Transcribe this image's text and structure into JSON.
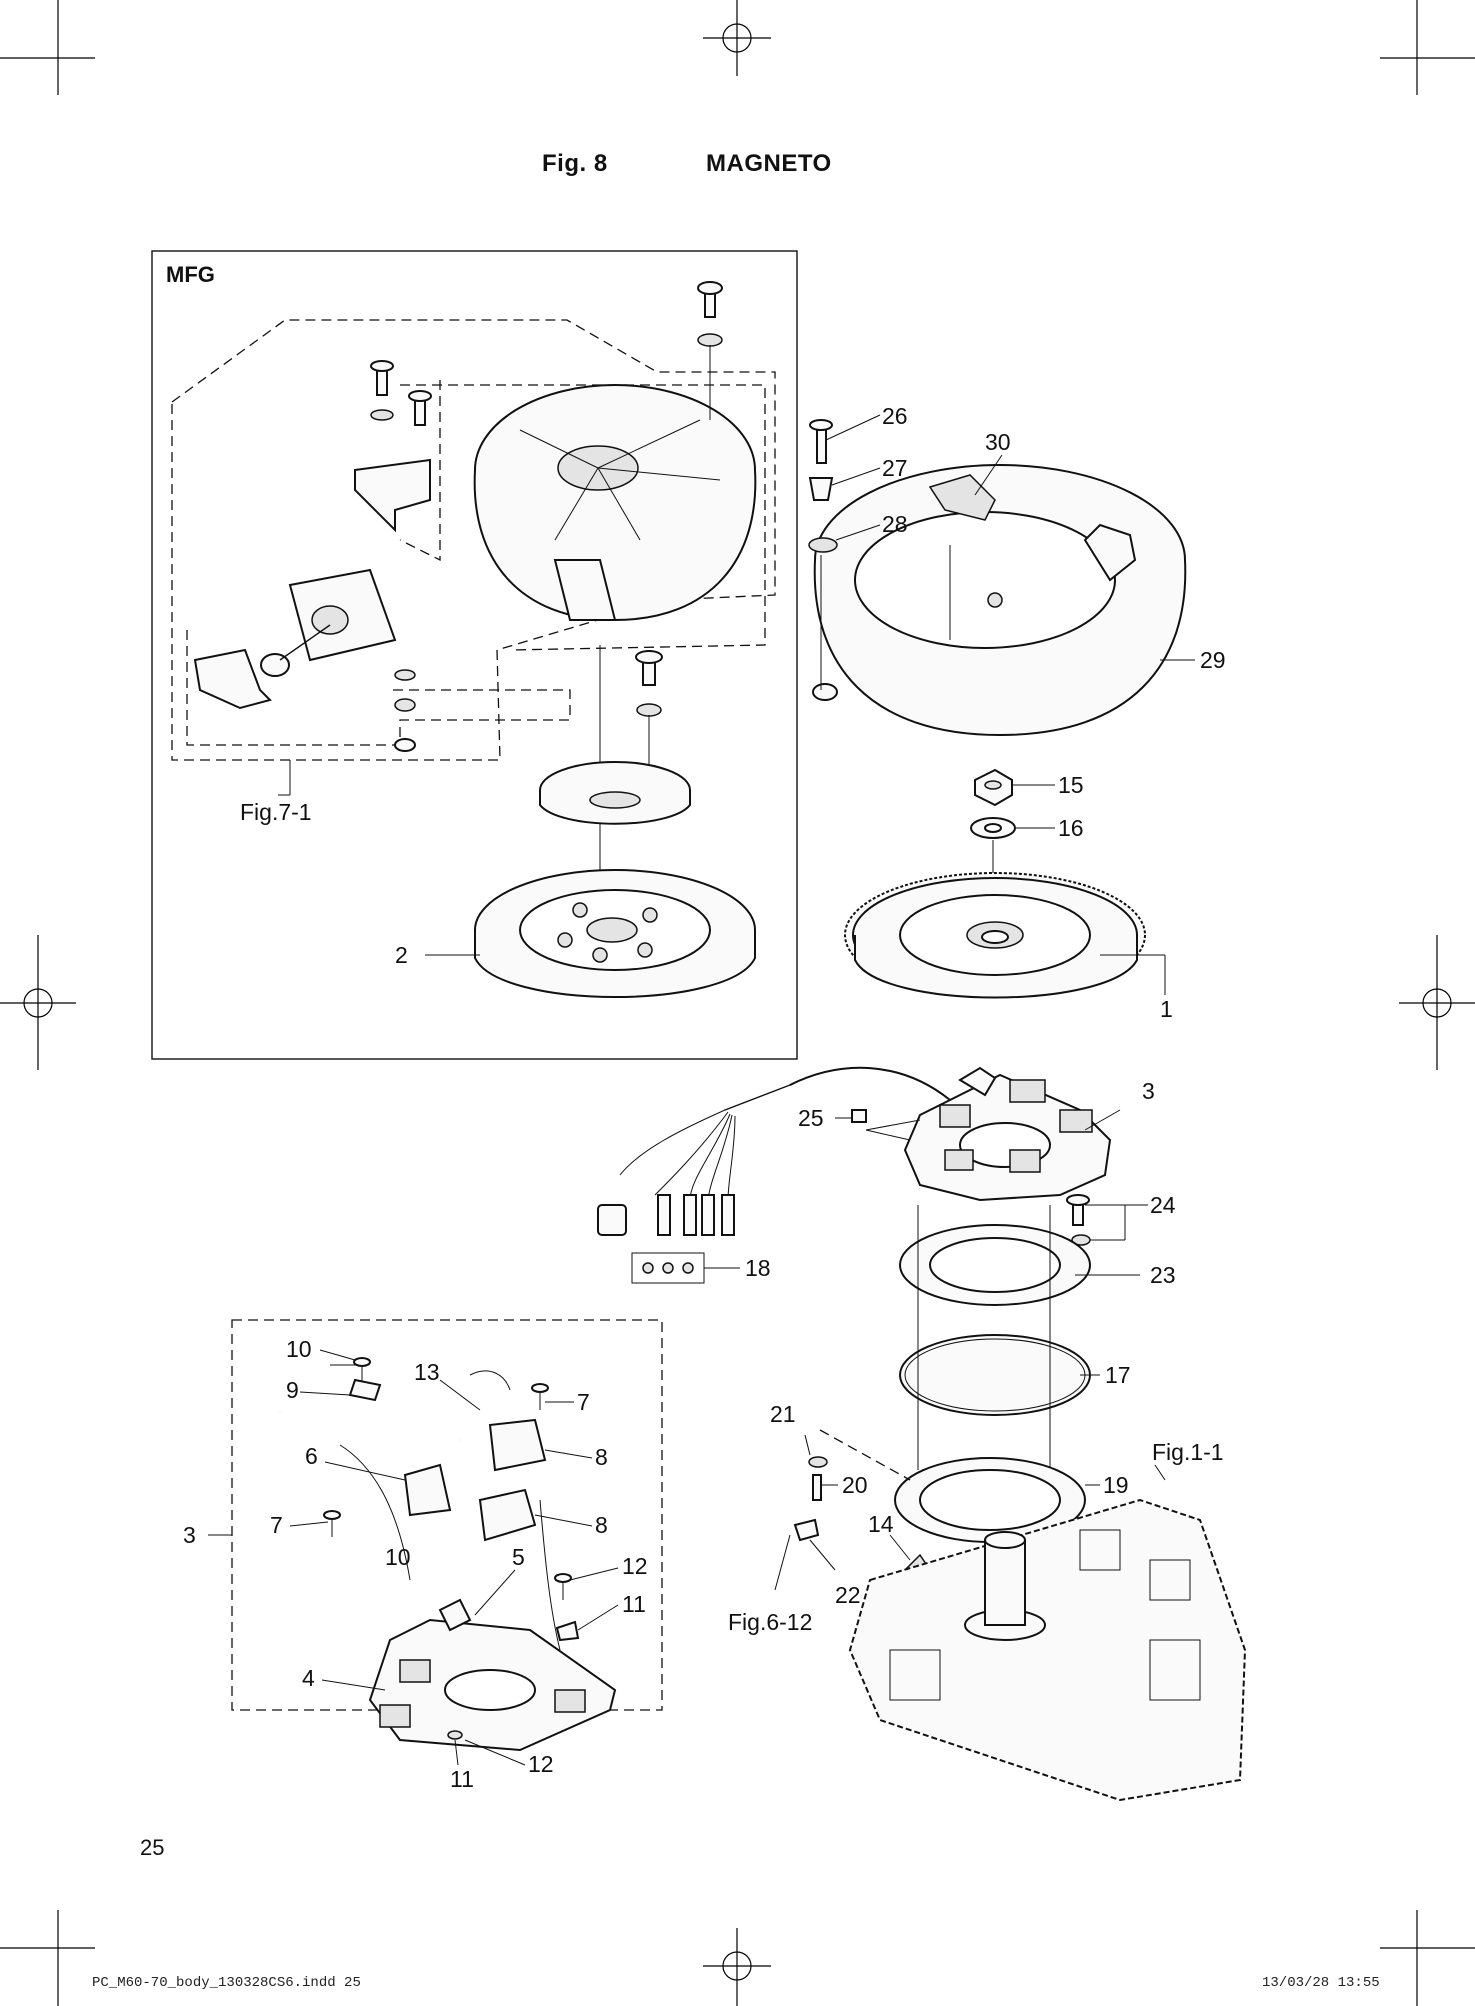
{
  "header": {
    "fig_label": "Fig. 8",
    "title": "MAGNETO"
  },
  "inset_box": {
    "label": "MFG"
  },
  "references": {
    "fig_7_1": "Fig.7-1",
    "fig_1_1": "Fig.1-1",
    "fig_6_12": "Fig.6-12"
  },
  "callouts": {
    "c1": "1",
    "c2": "2",
    "c3": "3",
    "c3b": "3",
    "c4": "4",
    "c5": "5",
    "c6": "6",
    "c7a": "7",
    "c7b": "7",
    "c8a": "8",
    "c8b": "8",
    "c9": "9",
    "c10a": "10",
    "c10b": "10",
    "c11a": "11",
    "c11b": "11",
    "c12a": "12",
    "c12b": "12",
    "c13": "13",
    "c14": "14",
    "c15": "15",
    "c16": "16",
    "c17": "17",
    "c18": "18",
    "c19": "19",
    "c20": "20",
    "c21": "21",
    "c22": "22",
    "c23": "23",
    "c24": "24",
    "c25": "25",
    "c26": "26",
    "c27": "27",
    "c28": "28",
    "c29": "29",
    "c30": "30"
  },
  "footer": {
    "page_number": "25",
    "file_name": "PC_M60-70_body_130328CS6.indd  25",
    "timestamp": "13/03/28  13:55"
  }
}
